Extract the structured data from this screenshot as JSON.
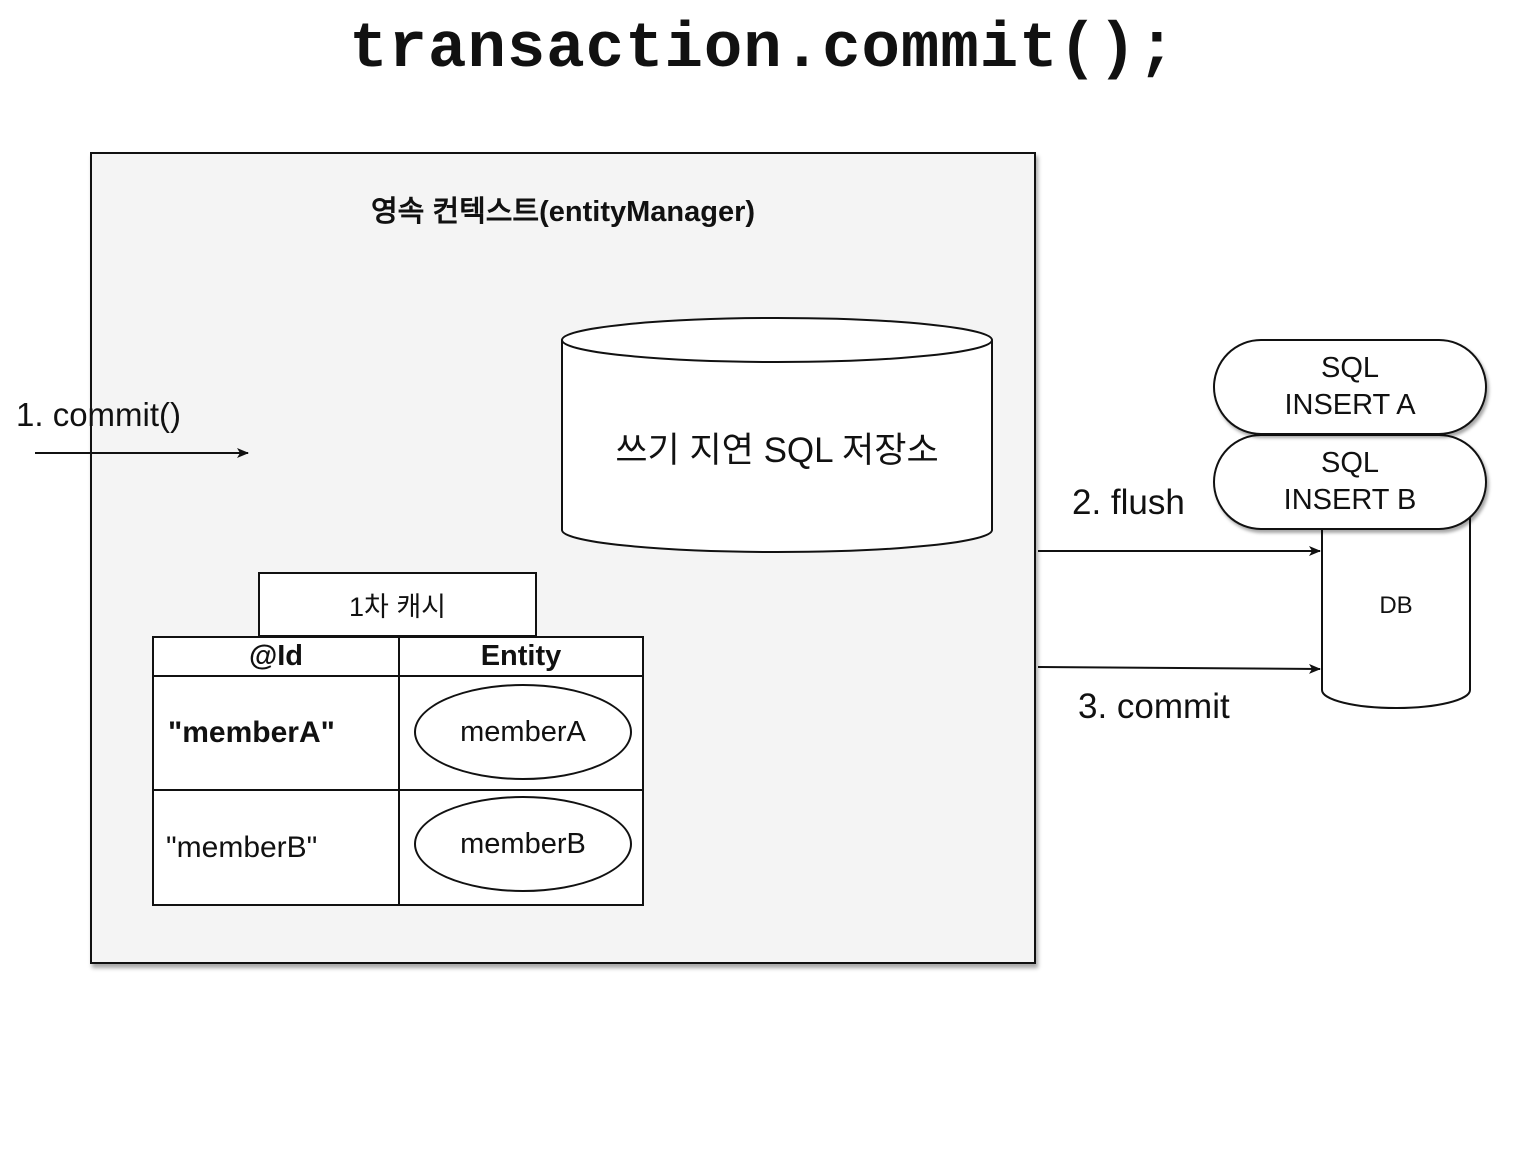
{
  "title": "transaction.commit();",
  "persistence_context": {
    "label": "영속 컨텍스트(entityManager)"
  },
  "write_behind_store": {
    "label": "쓰기 지연 SQL 저장소"
  },
  "steps": {
    "commit_call": "1. commit()",
    "flush": "2. flush",
    "commit": "3. commit"
  },
  "first_level_cache": {
    "label": "1차 캐시",
    "headers": {
      "id": "@Id",
      "entity": "Entity"
    },
    "rows": [
      {
        "id": "\"memberA\"",
        "entity": "memberA"
      },
      {
        "id": "\"memberB\"",
        "entity": "memberB"
      }
    ]
  },
  "sql_queue": [
    {
      "line1": "SQL",
      "line2": "INSERT A"
    },
    {
      "line1": "SQL",
      "line2": "INSERT B"
    }
  ],
  "database": {
    "label": "DB"
  }
}
